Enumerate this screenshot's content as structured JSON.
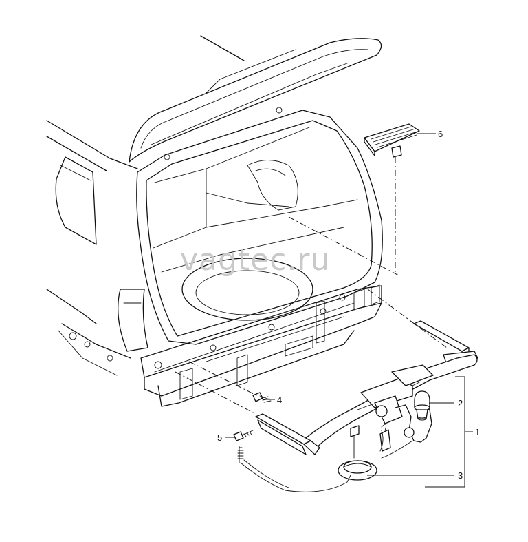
{
  "watermark": "vagtec.ru",
  "callouts": [
    {
      "label": "1"
    },
    {
      "label": "2"
    },
    {
      "label": "3"
    },
    {
      "label": "4"
    },
    {
      "label": "5"
    },
    {
      "label": "6"
    }
  ]
}
